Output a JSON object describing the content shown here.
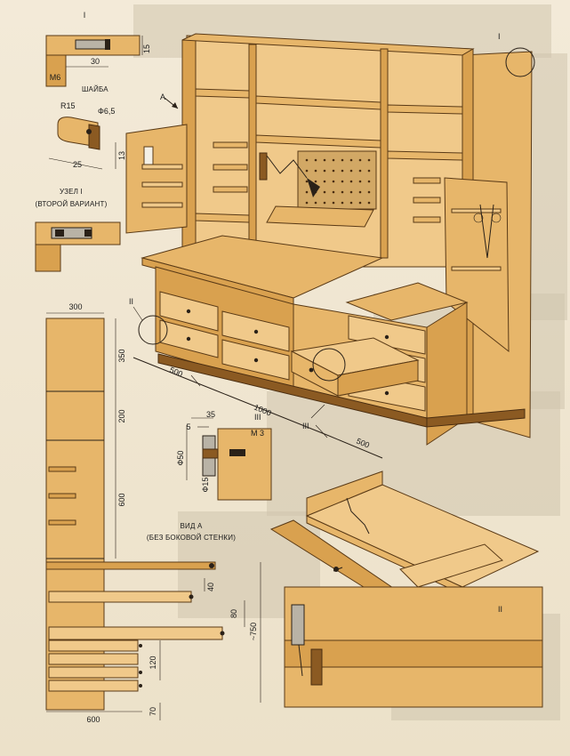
{
  "labels": {
    "node_i_top": "I",
    "m6": "М6",
    "washer": "ШАЙБА",
    "node_i_variant_title": "УЗЕЛ I",
    "node_i_variant_subtitle": "(ВТОРОЙ ВАРИАНТ)",
    "view_a": "А",
    "node_ii": "II",
    "node_iii": "III",
    "view_a_title": "ВИД А",
    "view_a_note": "(БЕЗ БОКОВОЙ СТЕНКИ)",
    "m3": "М 3"
  },
  "dims": {
    "d15": "15",
    "d30": "30",
    "r15": "R15",
    "phi65": "Ф6,5",
    "d25": "25",
    "d13": "13",
    "d500": "500",
    "d1000": "1000",
    "d300": "300",
    "d350": "350",
    "d200": "200",
    "d600": "600",
    "d40": "40",
    "d80": "80",
    "d750": "~750",
    "d120": "120",
    "d70": "70",
    "d35": "35",
    "d5": "5",
    "phi50": "Ф50",
    "phi15": "Ф15"
  }
}
